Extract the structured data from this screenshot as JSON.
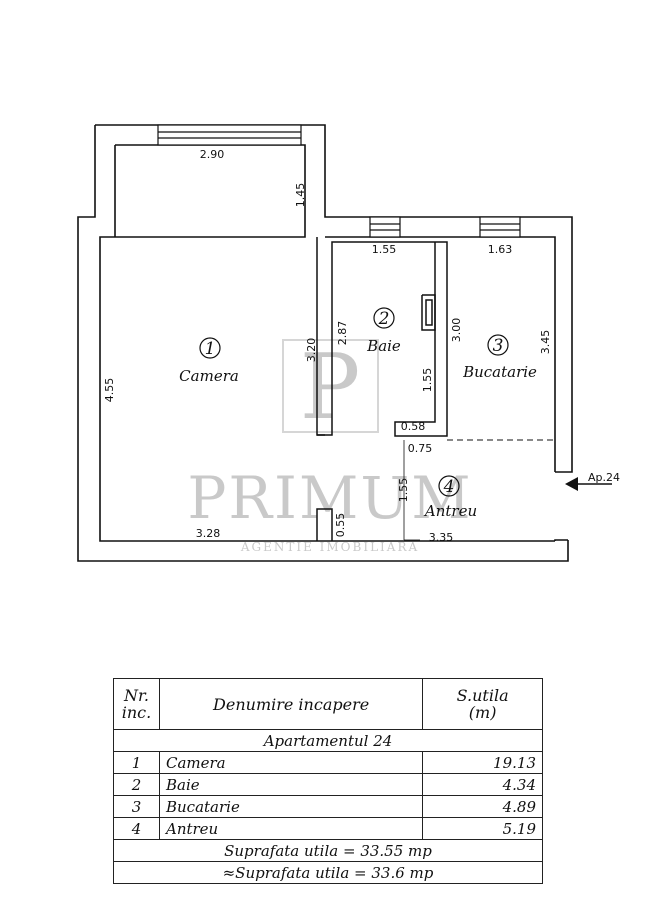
{
  "plan": {
    "dimensions": {
      "camera_top_width": "2.90",
      "camera_top_step": "1.45",
      "camera_left_height": "4.55",
      "camera_right_height": "3.20",
      "camera_bottom_width": "3.28",
      "baie_top_width": "1.55",
      "baie_left_height": "2.87",
      "baie_right_height": "1.55",
      "baie_door": "0.58",
      "buc_top_width": "1.63",
      "buc_left_height": "3.00",
      "buc_right_height": "3.45",
      "antreu_door": "0.75",
      "antreu_height": "1.55",
      "antreu_wall": "0.55",
      "antreu_bottom_width": "3.35"
    },
    "rooms": [
      {
        "num": "1",
        "name": "Camera"
      },
      {
        "num": "2",
        "name": "Baie"
      },
      {
        "num": "3",
        "name": "Bucatarie"
      },
      {
        "num": "4",
        "name": "Antreu"
      }
    ],
    "entrance_label": "Ap.24",
    "watermark_name": "PRIMUM",
    "watermark_tagline": "AGENTIE IMOBILIARA",
    "watermark_mark": "P"
  },
  "legend": {
    "col_nr": "Nr.",
    "col_inc": "inc.",
    "col_name": "Denumire incapere",
    "col_area": "S.utila",
    "col_unit": "(m)",
    "apartment": "Apartamentul 24",
    "rows": [
      {
        "nr": "1",
        "name": "Camera",
        "area": "19.13"
      },
      {
        "nr": "2",
        "name": "Baie",
        "area": "4.34"
      },
      {
        "nr": "3",
        "name": "Bucatarie",
        "area": "4.89"
      },
      {
        "nr": "4",
        "name": "Antreu",
        "area": "5.19"
      }
    ],
    "total": "Suprafata utila = 33.55 mp",
    "total_rounded": "≈Suprafata utila = 33.6 mp"
  }
}
